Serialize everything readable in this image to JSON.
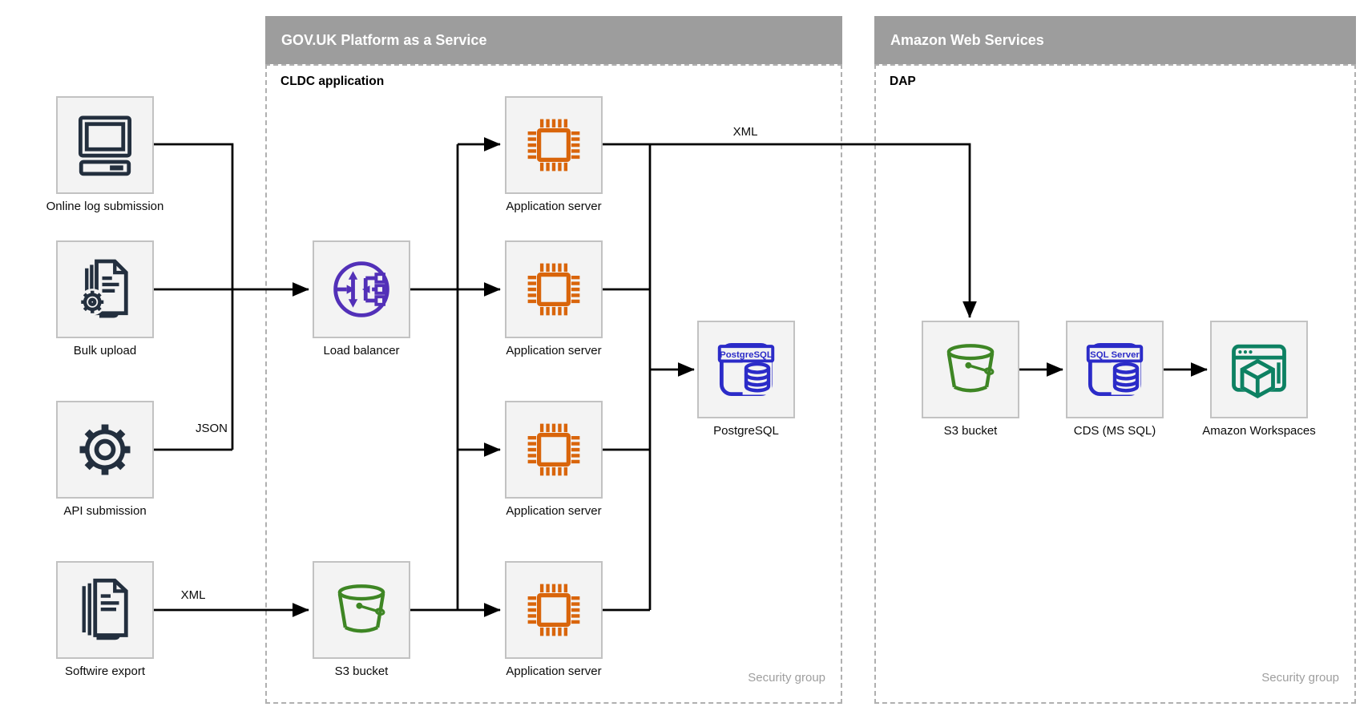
{
  "groups": {
    "govuk": {
      "title": "GOV.UK Platform as a Service",
      "subtitle": "CLDC application",
      "footer": "Security group"
    },
    "aws": {
      "title": "Amazon Web Services",
      "subtitle": "DAP",
      "footer": "Security group"
    }
  },
  "nodes": {
    "online": {
      "label": "Online log submission",
      "icon": "computer-icon"
    },
    "bulk": {
      "label": "Bulk upload",
      "icon": "document-gear-icon"
    },
    "api": {
      "label": "API submission",
      "icon": "gear-icon"
    },
    "softwire": {
      "label": "Softwire export",
      "icon": "documents-stack-icon"
    },
    "lb": {
      "label": "Load balancer",
      "icon": "load-balancer-icon"
    },
    "s3mid": {
      "label": "S3 bucket",
      "icon": "s3-bucket-icon"
    },
    "app1": {
      "label": "Application server",
      "icon": "chip-icon"
    },
    "app2": {
      "label": "Application server",
      "icon": "chip-icon"
    },
    "app3": {
      "label": "Application server",
      "icon": "chip-icon"
    },
    "app4": {
      "label": "Application server",
      "icon": "chip-icon"
    },
    "postgres": {
      "label": "PostgreSQL",
      "icon": "database-icon",
      "icon_text": "PostgreSQL"
    },
    "s3aws": {
      "label": "S3 bucket",
      "icon": "s3-bucket-icon"
    },
    "cds": {
      "label": "CDS (MS SQL)",
      "icon": "database-icon",
      "icon_text": "SQL Server"
    },
    "workspaces": {
      "label": "Amazon Workspaces",
      "icon": "workspaces-icon"
    }
  },
  "edge_labels": {
    "json": "JSON",
    "xml_top": "XML",
    "xml_bottom": "XML"
  },
  "colors": {
    "header_bar_bg": "#9d9d9d",
    "header_bar_text": "#ffffff",
    "group_border": "#b0b0b0",
    "node_bg": "#f3f3f3",
    "node_border": "#c2c2c2",
    "connector": "#000000",
    "label_text": "#0b0b0b",
    "muted_text": "#9e9e9e",
    "icon_navy": "#232f3e",
    "icon_orange": "#d9650b",
    "icon_purple": "#5230b8",
    "icon_green": "#3e8624",
    "icon_blue": "#2b2bc8",
    "icon_teal": "#0d8162"
  }
}
